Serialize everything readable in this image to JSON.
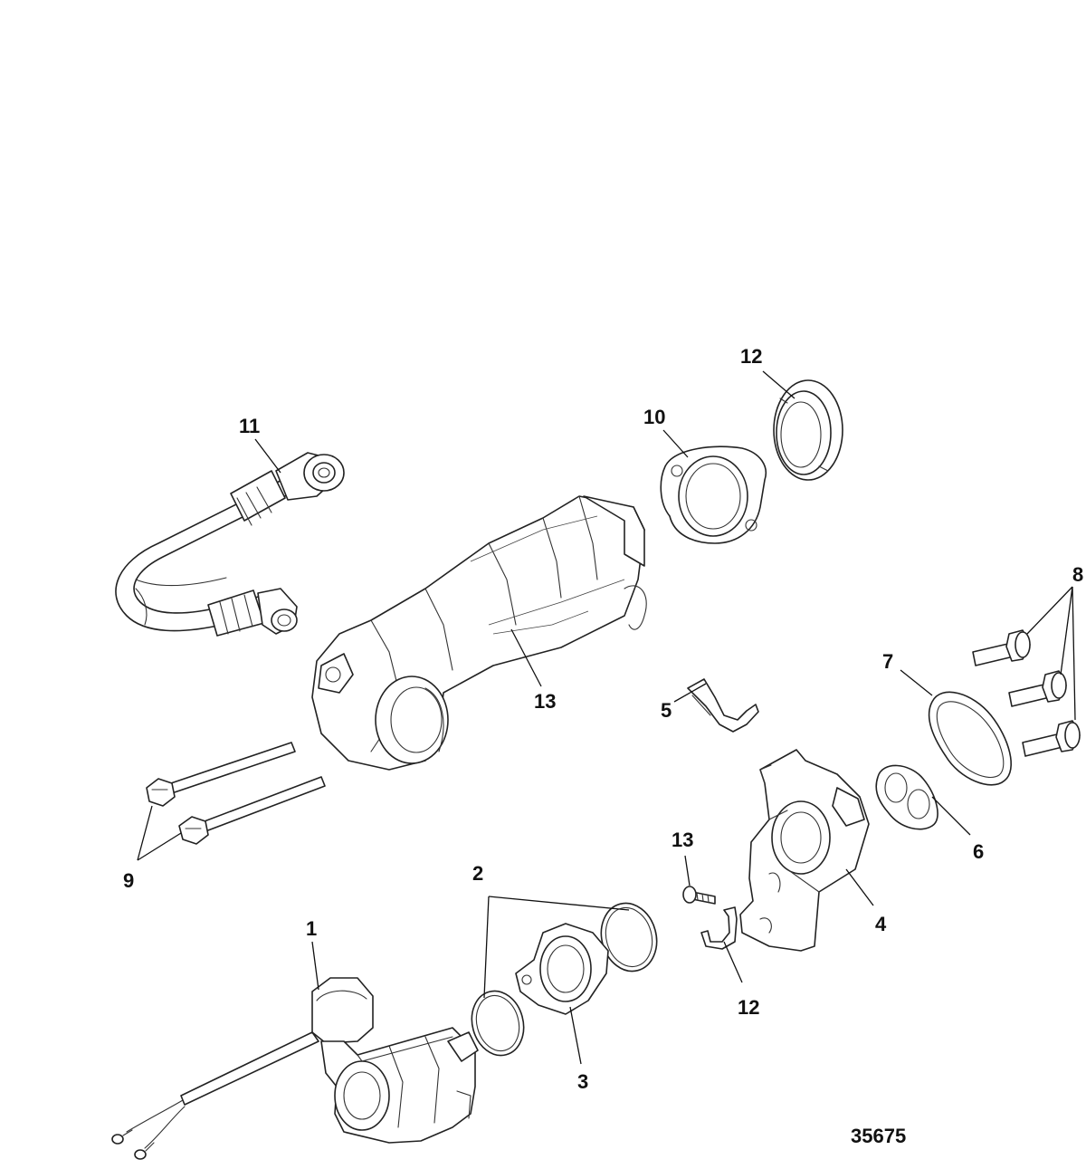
{
  "figure_number": "35675",
  "callouts": [
    {
      "id": "c11",
      "label": "11"
    },
    {
      "id": "c10",
      "label": "10"
    },
    {
      "id": "c12a",
      "label": "12"
    },
    {
      "id": "c13a",
      "label": "13"
    },
    {
      "id": "c8",
      "label": "8"
    },
    {
      "id": "c7",
      "label": "7"
    },
    {
      "id": "c5",
      "label": "5"
    },
    {
      "id": "c6",
      "label": "6"
    },
    {
      "id": "c9",
      "label": "9"
    },
    {
      "id": "c13b",
      "label": "13"
    },
    {
      "id": "c2",
      "label": "2"
    },
    {
      "id": "c4",
      "label": "4"
    },
    {
      "id": "c1",
      "label": "1"
    },
    {
      "id": "c12b",
      "label": "12"
    },
    {
      "id": "c3",
      "label": "3"
    }
  ]
}
